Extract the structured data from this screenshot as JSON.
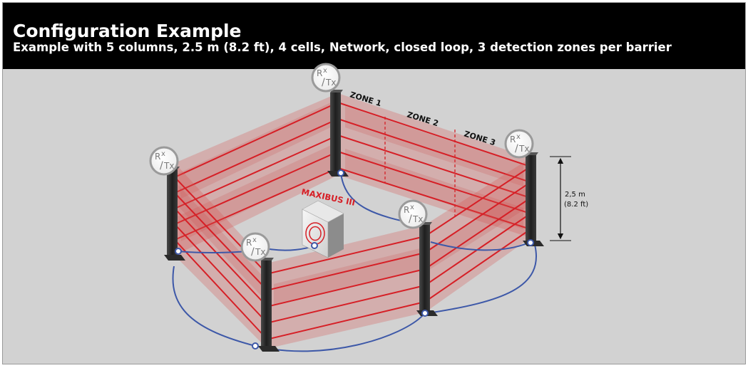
{
  "header": {
    "title": "Configuration Example",
    "subtitle": "Example with 5 columns, 2.5 m (8.2 ft), 4 cells, Network, closed loop, 3 detection zones per barrier"
  },
  "badge": {
    "r": "R",
    "x": "x",
    "slash": "/",
    "tx": "Tx"
  },
  "zones": [
    "ZONE 1",
    "ZONE 2",
    "ZONE 3"
  ],
  "controller": {
    "label": "MAXIBUS III"
  },
  "height": {
    "metric": "2,5 m",
    "imperial": "(8.2 ft)"
  },
  "colors": {
    "header_bg": "#000000",
    "header_text": "#ffffff",
    "background": "#d2d2d2",
    "beam": "#d61f26",
    "beam_haze": "#d9544f",
    "cable": "#3d58a8",
    "column": "#2a2a2a",
    "badge_text": "#7a7a7a"
  }
}
